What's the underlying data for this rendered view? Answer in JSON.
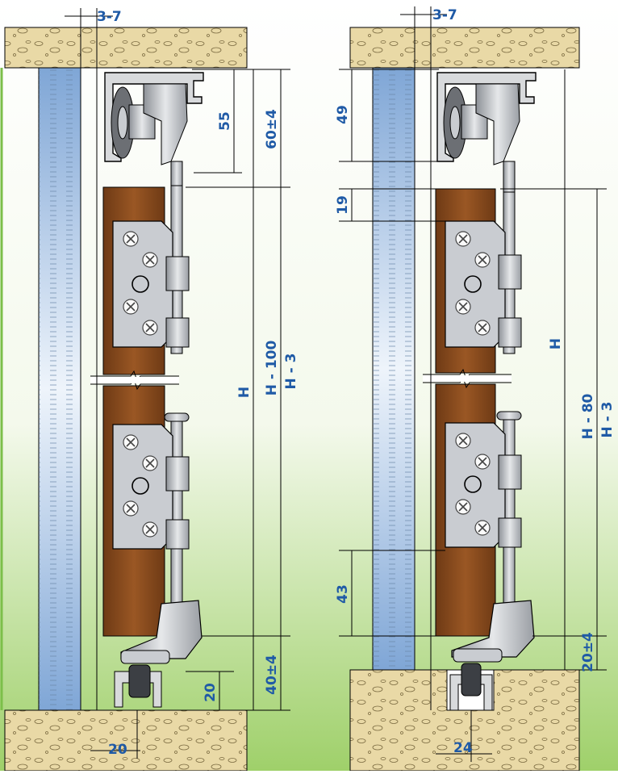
{
  "colors": {
    "dimension": "#1f5aa6",
    "wood": "#8a4a1e",
    "stone": "#e9d9a6",
    "glass": "#9fc0e2",
    "metal": "#c4c7cc",
    "line": "#000000",
    "background_top": "#ffffff",
    "background_bottom": "#9fd06a"
  },
  "left_figure": {
    "dims": {
      "gap_top": "3-7",
      "hanger_height": "55",
      "top_clearance": "60±4",
      "height": "H",
      "door_height": "H - 100",
      "glass_height": "H - 3",
      "bottom_clearance": "40±4",
      "guide_depth": "20",
      "guide_width": "20"
    }
  },
  "right_figure": {
    "dims": {
      "gap_top": "3-7",
      "hanger_height": "49",
      "hinge_offset": "19",
      "height": "H",
      "door_height": "H - 80",
      "glass_height": "H - 3",
      "bottom_offset": "43",
      "bottom_clearance": "20±4",
      "guide_width": "24"
    }
  }
}
